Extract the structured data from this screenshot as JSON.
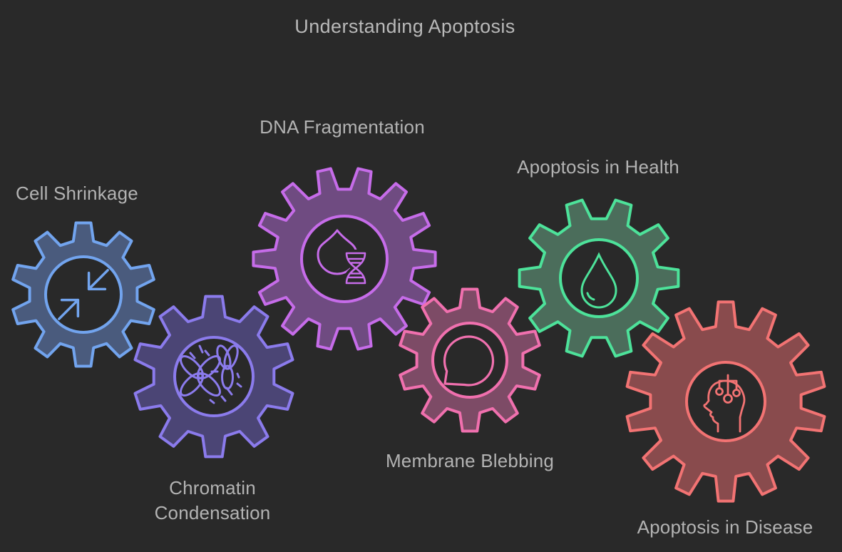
{
  "title": "Understanding Apoptosis",
  "background_color": "#292929",
  "text_color": "#b3b3b3",
  "title_color": "#b9b9b9",
  "gears": [
    {
      "id": "cell-shrinkage",
      "label": "Cell Shrinkage",
      "icon": "shrink-arrows-icon",
      "stroke": "#72a4ee",
      "fill": "#4a5b7d"
    },
    {
      "id": "chromatin-condensation",
      "label": "Chromatin Condensation",
      "icon": "chromosomes-icon",
      "stroke": "#8b7bec",
      "fill": "#4b4575"
    },
    {
      "id": "dna-fragmentation",
      "label": "DNA Fragmentation",
      "icon": "droplet-dna-icon",
      "stroke": "#c66ce9",
      "fill": "#6f4b81"
    },
    {
      "id": "membrane-blebbing",
      "label": "Membrane Blebbing",
      "icon": "speech-bubble-icon",
      "stroke": "#f070ae",
      "fill": "#7d4b66"
    },
    {
      "id": "apoptosis-in-health",
      "label": "Apoptosis in Health",
      "icon": "droplet-icon",
      "stroke": "#4de29a",
      "fill": "#4b6d5b"
    },
    {
      "id": "apoptosis-in-disease",
      "label": "Apoptosis in Disease",
      "icon": "head-circuit-icon",
      "stroke": "#f27373",
      "fill": "#894b4d"
    }
  ]
}
